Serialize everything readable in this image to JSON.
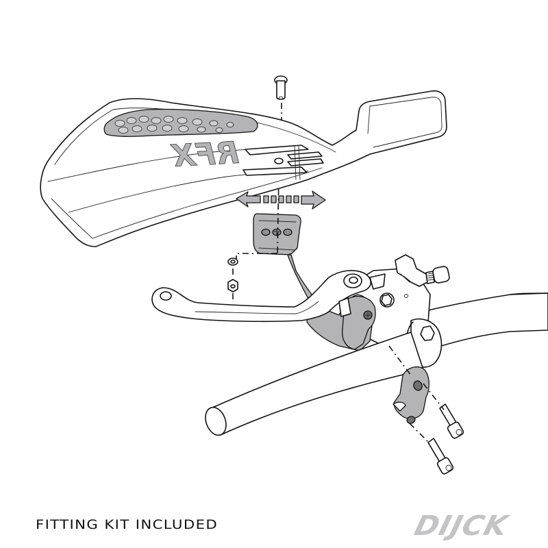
{
  "caption": "FITTING KIT INCLUDED",
  "brand": {
    "name": "DIJCK",
    "color": "#c4c4c6"
  },
  "handguard": {
    "logo_text": "RFX",
    "logo_color": "#b4b4b6"
  },
  "colors": {
    "line": "#111111",
    "part_gray": "#b4b4b6",
    "background": "#ffffff"
  },
  "icons": {
    "adjust_arrow": "double-headed-arrow"
  }
}
